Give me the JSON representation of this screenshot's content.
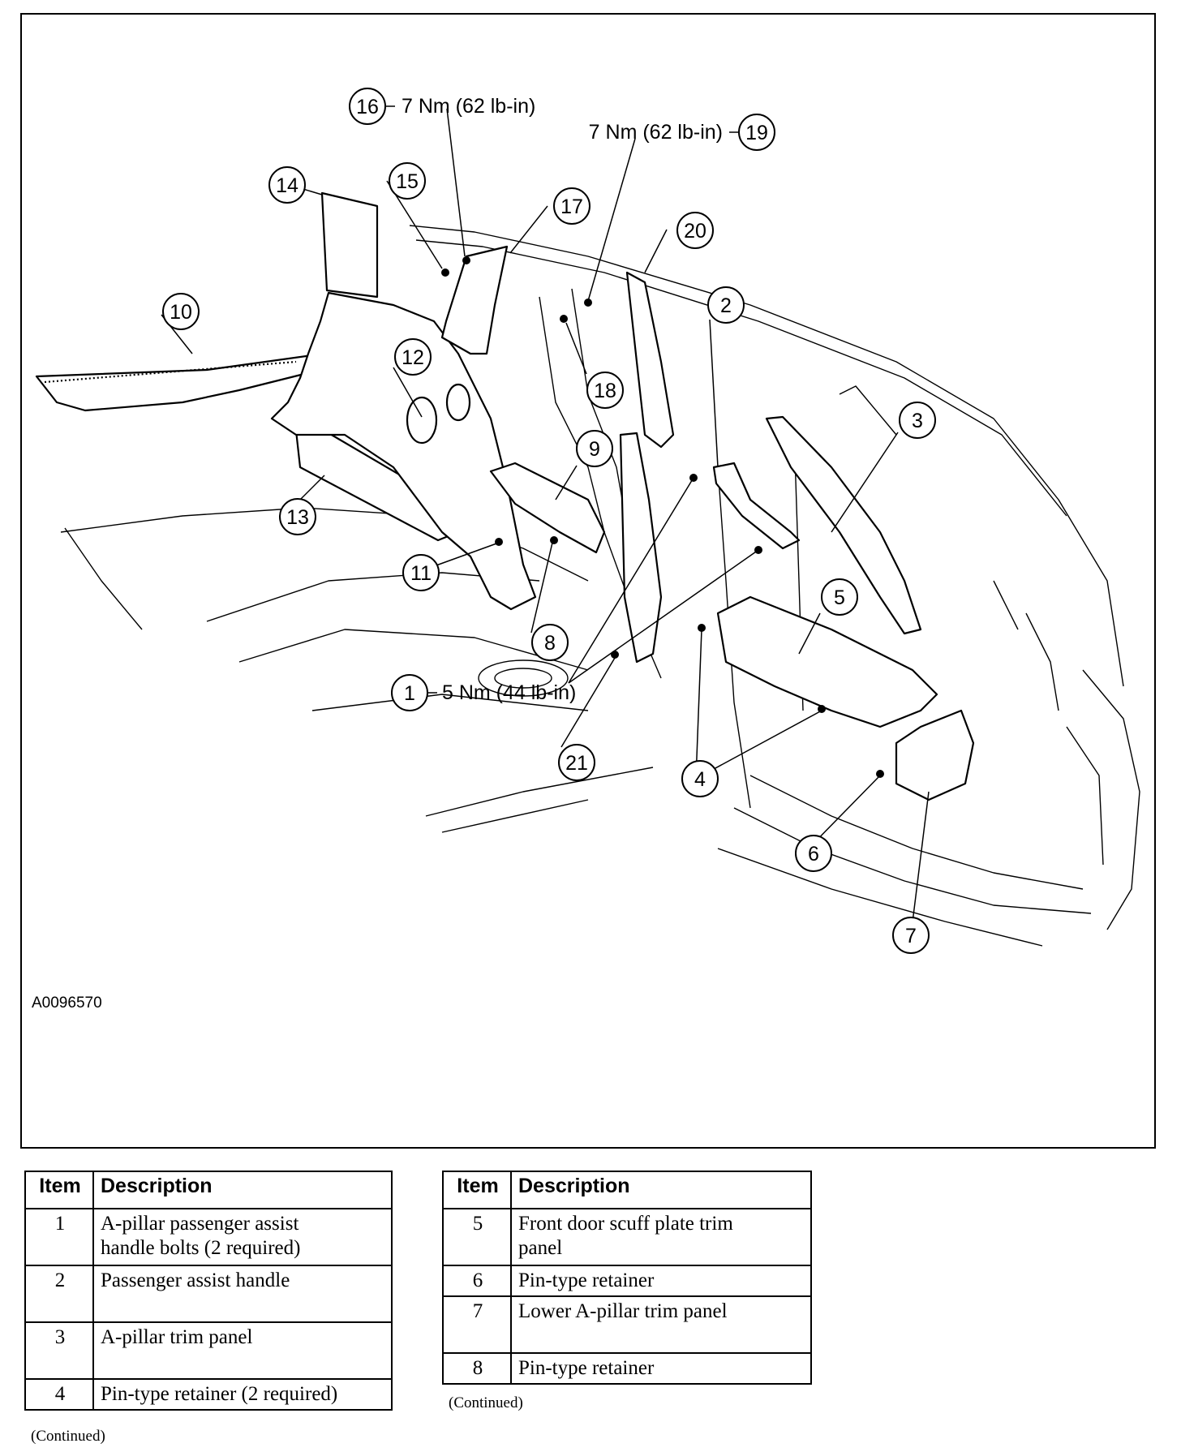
{
  "figure": {
    "code": "A0096570",
    "callouts": {
      "c1": "1",
      "c2": "2",
      "c3": "3",
      "c4": "4",
      "c5": "5",
      "c6": "6",
      "c7": "7",
      "c8": "8",
      "c9": "9",
      "c10": "10",
      "c11": "11",
      "c12": "12",
      "c13": "13",
      "c14": "14",
      "c15": "15",
      "c16": "16",
      "c17": "17",
      "c18": "18",
      "c19": "19",
      "c20": "20",
      "c21": "21"
    },
    "torques": {
      "t1": "5 Nm (44 lb-in)",
      "t16": "7 Nm (62 lb-in)",
      "t19": "7 Nm (62 lb-in)"
    }
  },
  "legend_left": {
    "header_item": "Item",
    "header_desc": "Description",
    "rows": [
      {
        "item": "1",
        "desc_lines": [
          "A-pillar passenger assist",
          "handle bolts (2 required)"
        ]
      },
      {
        "item": "2",
        "desc_lines": [
          "Passenger assist handle"
        ]
      },
      {
        "item": "3",
        "desc_lines": [
          "A-pillar trim panel"
        ]
      },
      {
        "item": "4",
        "desc_lines": [
          "Pin-type retainer (2 required)"
        ]
      }
    ],
    "continued": "(Continued)"
  },
  "legend_right": {
    "header_item": "Item",
    "header_desc": "Description",
    "rows": [
      {
        "item": "5",
        "desc_lines": [
          "Front door scuff plate trim",
          "panel"
        ]
      },
      {
        "item": "6",
        "desc_lines": [
          "Pin-type retainer"
        ]
      },
      {
        "item": "7",
        "desc_lines": [
          "Lower A-pillar trim panel"
        ]
      },
      {
        "item": "8",
        "desc_lines": [
          "Pin-type retainer"
        ]
      }
    ],
    "continued": "(Continued)"
  }
}
